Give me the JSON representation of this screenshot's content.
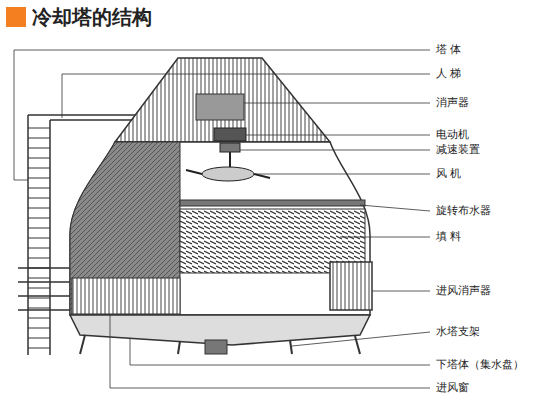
{
  "diagram": {
    "title": "冷却塔的结构",
    "labels": [
      "塔 体",
      "人 梯",
      "消声器",
      "电动机",
      "减速装置",
      "风 机",
      "旋转布水器",
      "填 料",
      "进风消声器",
      "水塔支架",
      "下塔体（集水盘）",
      "进风窗"
    ]
  }
}
